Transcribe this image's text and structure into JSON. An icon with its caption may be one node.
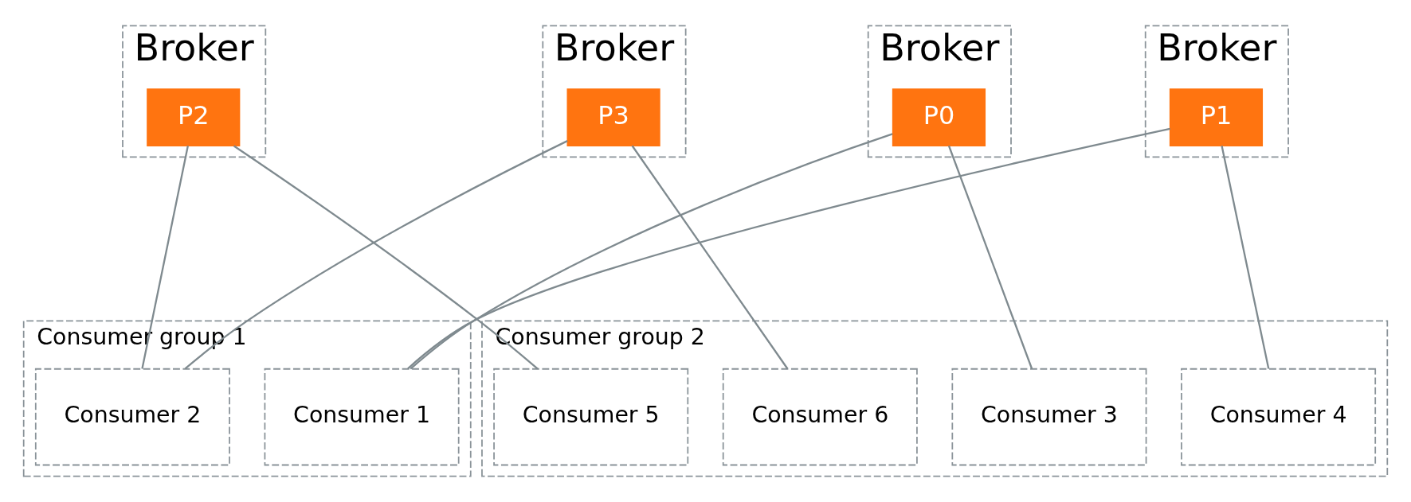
{
  "diagram": {
    "nodes": [
      {
        "text": [
          "Broker"
        ]
      },
      {
        "text": [
          "P0"
        ],
        "in": 0
      },
      {
        "text": [
          "Broker"
        ]
      },
      {
        "text": [
          "P1"
        ],
        "in": 2
      },
      {
        "text": [
          "Broker"
        ]
      },
      {
        "text": [
          "P2"
        ],
        "in": 4
      },
      {
        "text": [
          "Broker"
        ]
      },
      {
        "text": [
          "P3"
        ],
        "in": 6
      },
      {
        "text": [
          "Consumer group 1"
        ]
      },
      {
        "text": [
          "Consumer 1"
        ],
        "in": 8
      },
      {
        "text": [
          "Consumer 2"
        ],
        "in": 8
      },
      {
        "text": [
          "Consumer group 2"
        ]
      },
      {
        "text": [
          "Consumer 3"
        ],
        "in": 11
      },
      {
        "text": [
          "Consumer 4"
        ],
        "in": 11
      },
      {
        "text": [
          "Consumer 5"
        ],
        "in": 11
      },
      {
        "text": [
          "Consumer 6"
        ],
        "in": 11
      }
    ],
    "edges": [
      {
        "from": 1,
        "to": 9,
        "arrow": "none"
      },
      {
        "from": 1,
        "to": 12,
        "arrow": "none"
      },
      {
        "from": 3,
        "to": 9,
        "arrow": "none"
      },
      {
        "from": 3,
        "to": 13,
        "arrow": "none"
      },
      {
        "from": 5,
        "to": 10,
        "arrow": "none"
      },
      {
        "from": 5,
        "to": 14,
        "arrow": "none"
      },
      {
        "from": 7,
        "to": 10,
        "arrow": "none"
      },
      {
        "from": 7,
        "to": 15,
        "arrow": "none"
      }
    ]
  }
}
